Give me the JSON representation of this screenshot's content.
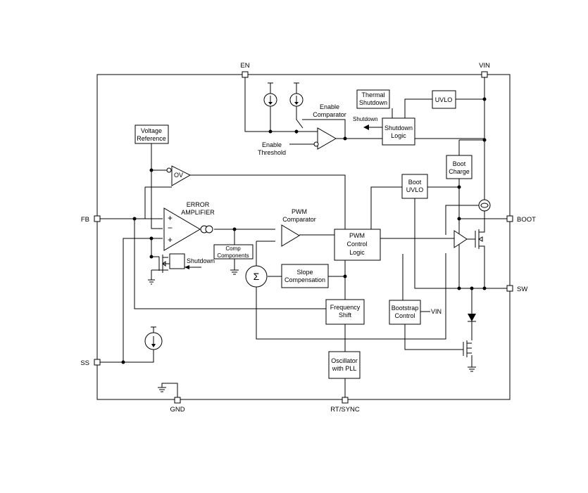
{
  "pins": {
    "en": "EN",
    "vin": "VIN",
    "fb": "FB",
    "boot": "BOOT",
    "sw": "SW",
    "ss": "SS",
    "gnd": "GND",
    "rt_sync": "RT/SYNC"
  },
  "blocks": {
    "thermal_shutdown": [
      "Thermal",
      "Shutdown"
    ],
    "uvlo": [
      "UVLO"
    ],
    "shutdown_logic": [
      "Shutdown",
      "Logic"
    ],
    "voltage_reference": [
      "Voltage",
      "Reference"
    ],
    "boot_charge": [
      "Boot",
      "Charge"
    ],
    "boot_uvlo": [
      "Boot",
      "UVLO"
    ],
    "pwm_control_logic": [
      "PWM",
      "Control",
      "Logic"
    ],
    "comp_components": [
      "Comp",
      "Components"
    ],
    "slope_compensation": [
      "Slope",
      "Compensation"
    ],
    "frequency_shift": [
      "Frequency",
      "Shift"
    ],
    "bootstrap_control": [
      "Bootstrap",
      "Control"
    ],
    "oscillator": [
      "Oscillator",
      "with PLL"
    ]
  },
  "labels": {
    "enable_comparator": [
      "Enable",
      "Comparator"
    ],
    "enable_threshold": [
      "Enable",
      "Threshold"
    ],
    "shutdown_arrow": "Shutdown",
    "ov": "OV",
    "error_amplifier": [
      "ERROR",
      "AMPLIFIER"
    ],
    "pwm_comparator": [
      "PWM",
      "Comparator"
    ],
    "shutdown_ss": "Shutdown",
    "bootstrap_vin": "VIN",
    "sigma": "Σ",
    "minus": "−",
    "plus": "+"
  }
}
